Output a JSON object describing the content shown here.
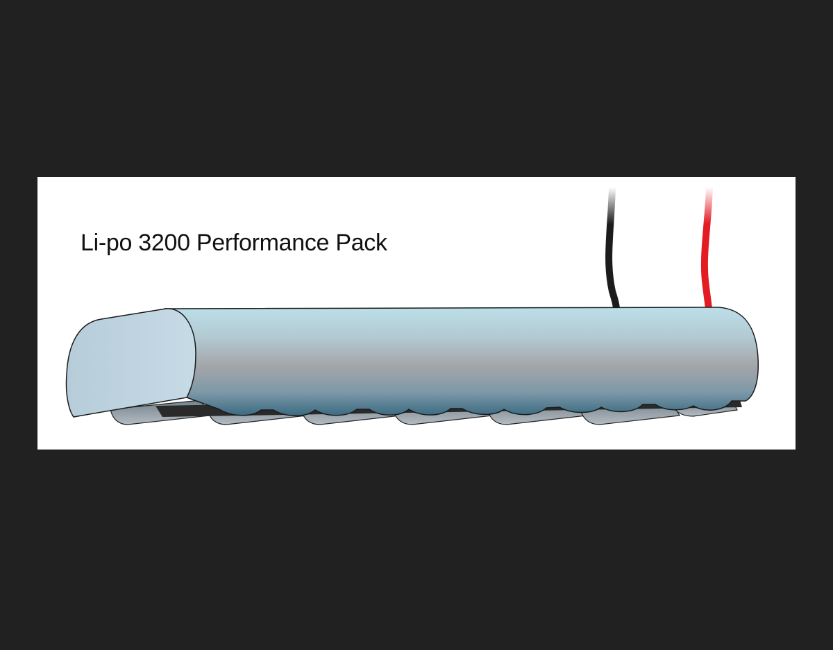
{
  "title": "Li-po 3200 Performance Pack",
  "colors": {
    "background": "#212121",
    "panel": "#ffffff",
    "pack_top": "#b9dbe6",
    "pack_middle": "#a3a5a8",
    "pack_bottom": "#3f6e84",
    "end_cap": "#bfd3df",
    "wire_negative": "#1c1c1c",
    "wire_positive": "#e31b23"
  },
  "components": {
    "battery_pack": "battery-pack",
    "negative_wire": "black-wire",
    "positive_wire": "red-wire"
  }
}
